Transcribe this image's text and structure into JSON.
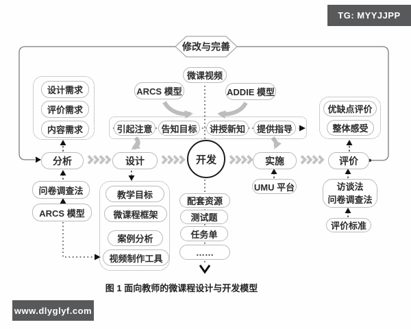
{
  "badge": {
    "label": "TG: MYYJJPP"
  },
  "watermark": {
    "label": "www.dlyglyf.com"
  },
  "diagram": {
    "feedback_label": "修改与完善",
    "caption": "图 1  面向教师的微课程设计与开发模型",
    "stages": {
      "analysis": "分析",
      "design": "设计",
      "development": "开发",
      "implementation": "实施",
      "evaluation": "评价"
    },
    "needs_group": {
      "items": [
        "设计需求",
        "评价需求",
        "内容需求"
      ]
    },
    "analysis_methods": {
      "survey": "问卷调查法",
      "arcs": "ARCS 模型"
    },
    "top_inputs": {
      "video": "微课视频",
      "arcs_model": "ARCS 模型",
      "addie_model": "ADDIE 模型"
    },
    "teaching_events": {
      "items": [
        "引起注意",
        "告知目标",
        "讲授新知",
        "提供指导"
      ]
    },
    "design_group": {
      "items": [
        "教学目标",
        "微课程框架",
        "案例分析",
        "视频制作工具"
      ]
    },
    "dev_outputs": {
      "items": [
        "配套资源",
        "测试题",
        "任务单",
        "……"
      ]
    },
    "implementation_platform": "UMU 平台",
    "evaluation_group": {
      "items": [
        "优缺点评价",
        "整体感受"
      ]
    },
    "evaluation_methods": {
      "lines": [
        "访谈法",
        "问卷调查法"
      ],
      "criteria": "评价标准"
    }
  },
  "colors": {
    "badge_bg": "#58595b",
    "thick_arrow_gray": "#bdbdbd",
    "chevron_gray": "#c3c3c3",
    "loop_line": "#7a7a7a",
    "box_border": "#b9b9b9",
    "text": "#2b2b2b"
  }
}
